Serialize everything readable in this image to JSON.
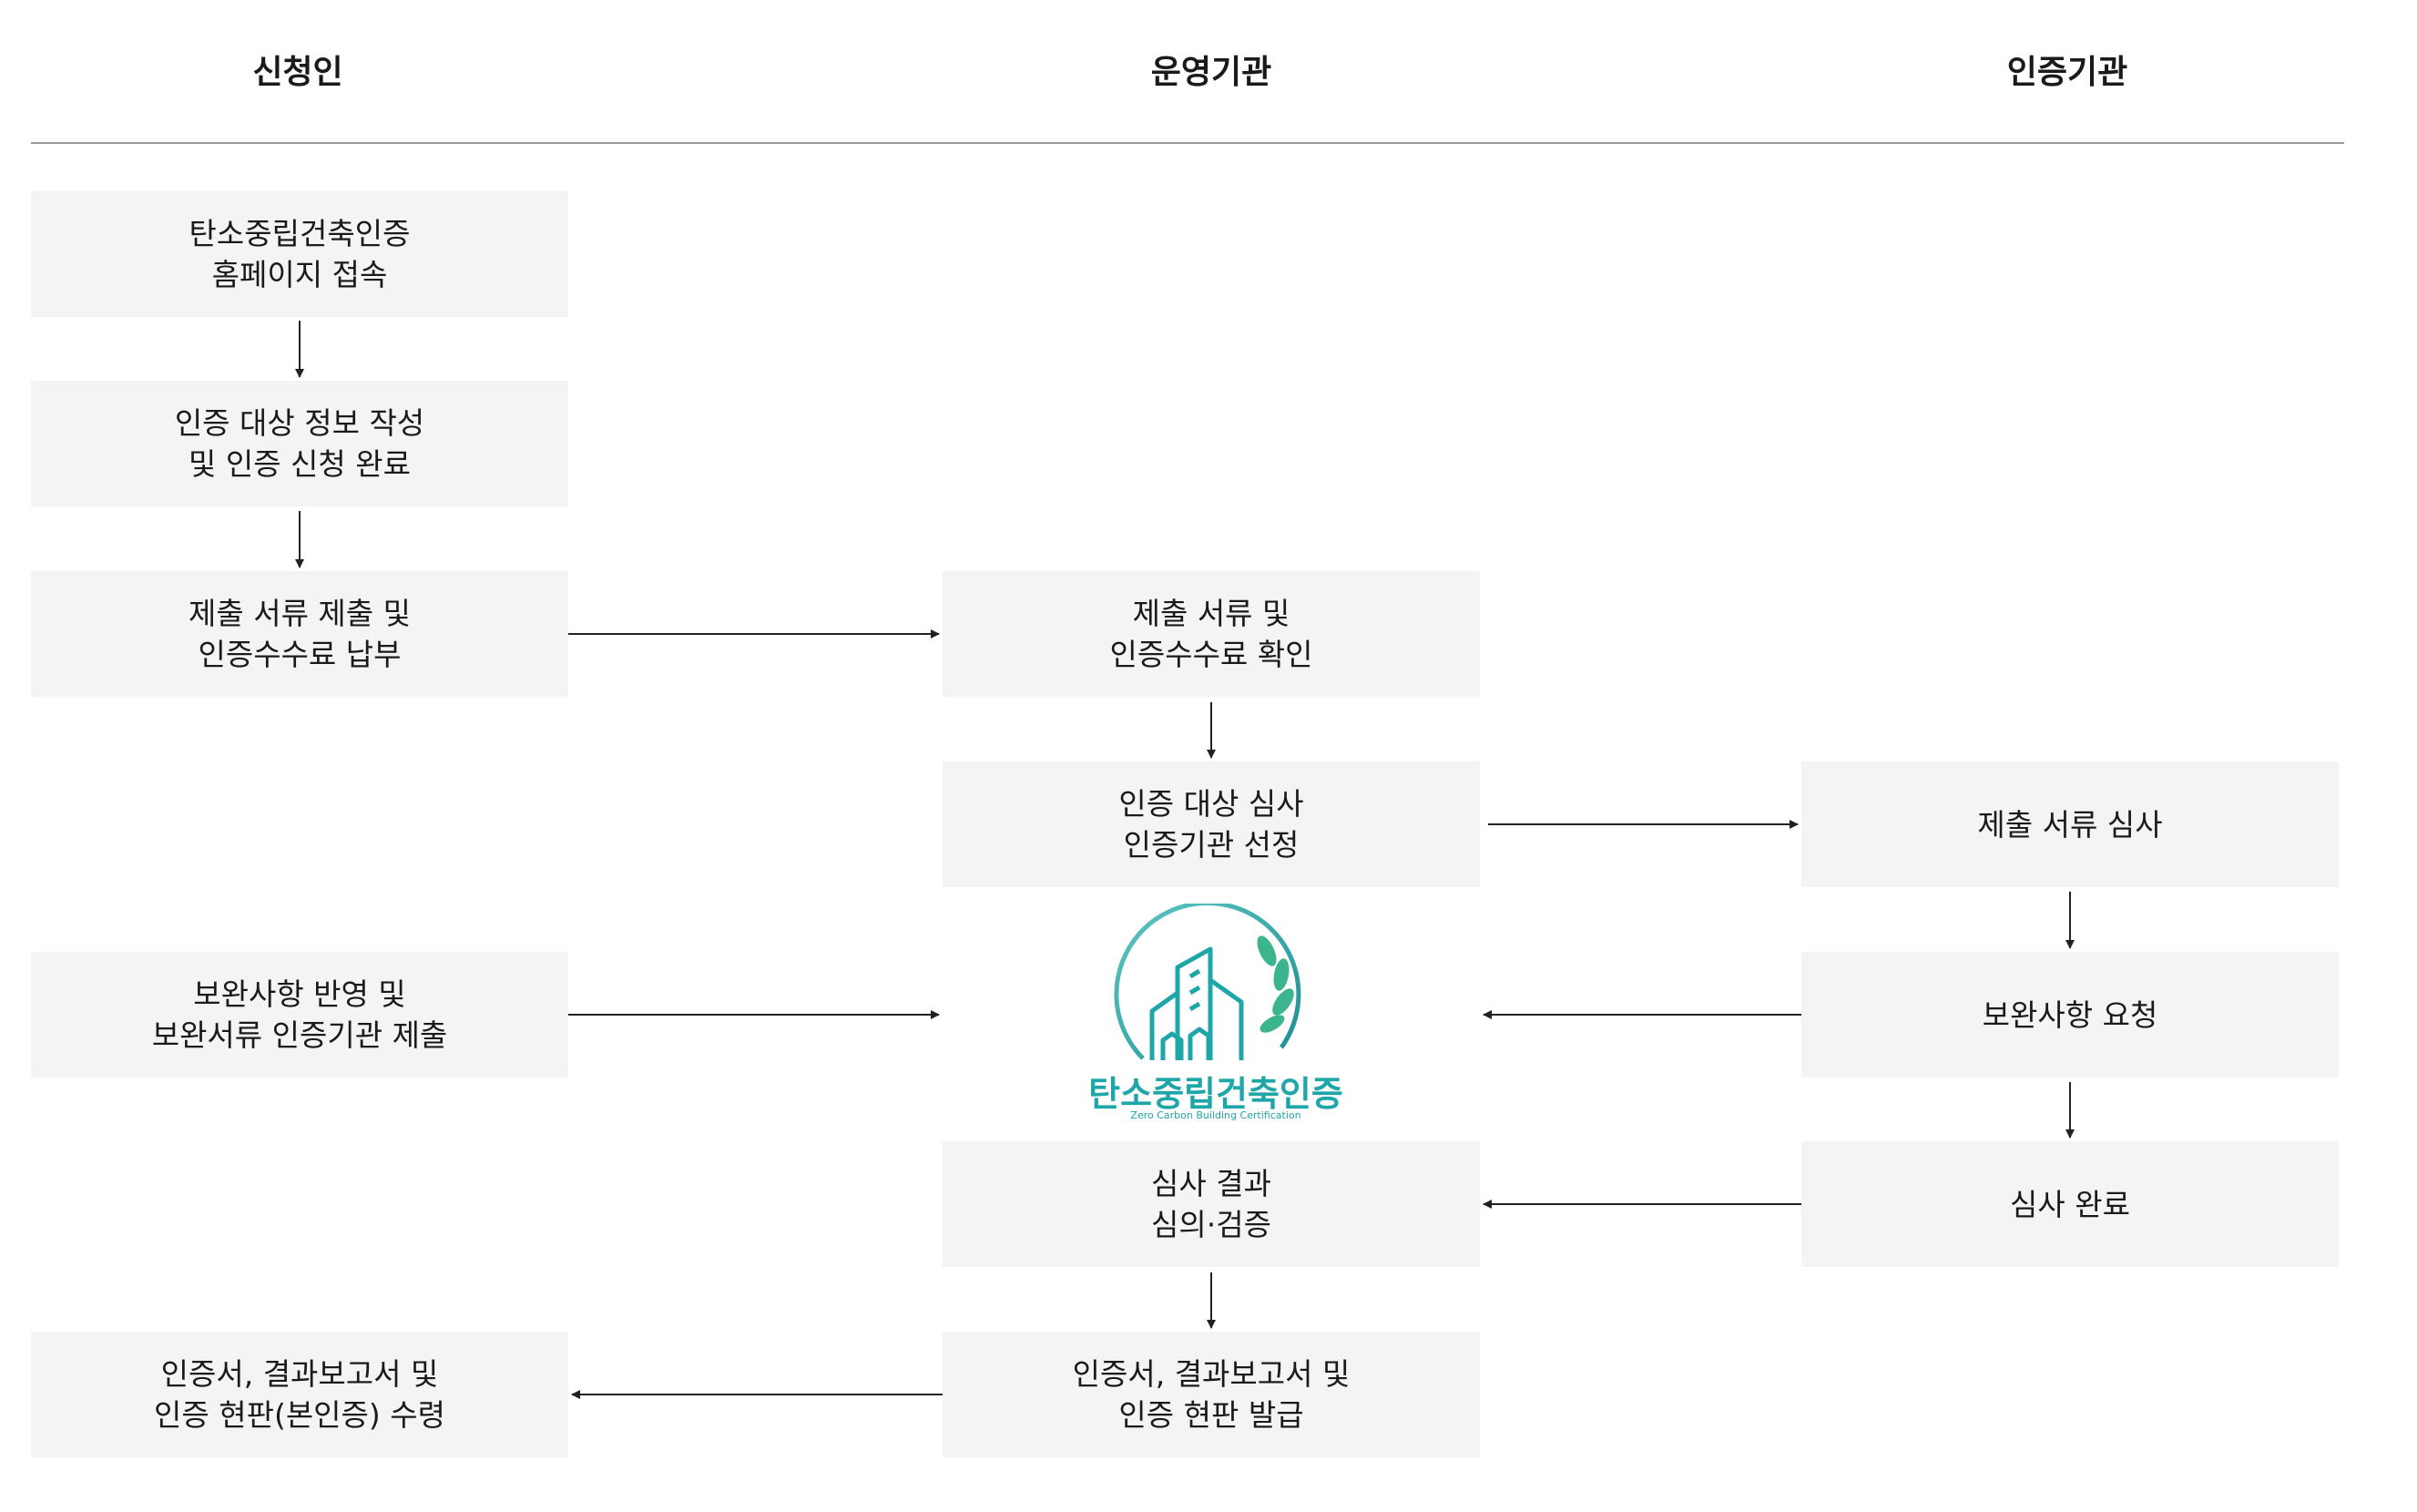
{
  "columns": {
    "applicant": "신청인",
    "operator": "운영기관",
    "certifier": "인증기관"
  },
  "steps": {
    "a1": [
      "탄소중립건축인증",
      "홈페이지 접속"
    ],
    "a2": [
      "인증 대상 정보 작성",
      "및 인증 신청 완료"
    ],
    "a3": [
      "제출 서류 제출 및",
      "인증수수료 납부"
    ],
    "a4": [
      "보완사항 반영 및",
      "보완서류 인증기관 제출"
    ],
    "a5": [
      "인증서, 결과보고서 및",
      "인증 현판(본인증) 수령"
    ],
    "o1": [
      "제출 서류 및",
      "인증수수료 확인"
    ],
    "o2": [
      "인증 대상 심사",
      "인증기관 선정"
    ],
    "o3": [
      "심사 결과",
      "심의·검증"
    ],
    "o4": [
      "인증서, 결과보고서 및",
      "인증 현판 발급"
    ],
    "c1": [
      "제출 서류 심사"
    ],
    "c2": [
      "보완사항 요청"
    ],
    "c3": [
      "심사 완료"
    ]
  },
  "logo": {
    "title": "탄소중립건축인증",
    "subtitle": "Zero Carbon Building Certification",
    "color": "#1fa6a8",
    "icon": "building-leaf-icon"
  },
  "colors": {
    "box_bg": "#f4f4f4",
    "arrow": "#222222",
    "divider": "#9a9a9a"
  }
}
